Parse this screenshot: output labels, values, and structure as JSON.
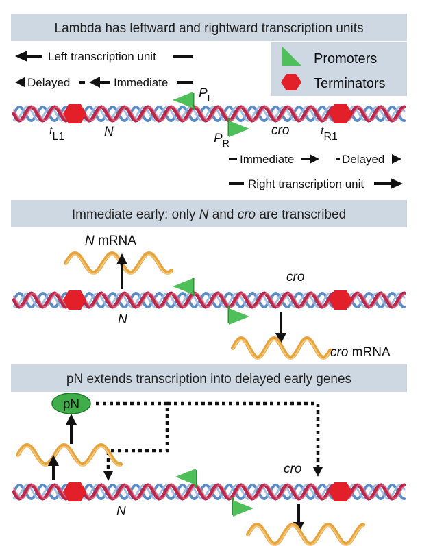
{
  "panel1": {
    "title": "Lambda has leftward and rightward transcription units",
    "left_unit": "Left transcription unit",
    "delayed_left": "Delayed",
    "immediate_left": "Immediate",
    "legend_promoters": "Promoters",
    "legend_terminators": "Terminators",
    "pl_main": "P",
    "pl_sub": "L",
    "pr_main": "P",
    "pr_sub": "R",
    "tl1_main": "t",
    "tl1_sub": "L1",
    "tr1_main": "t",
    "tr1_sub": "R1",
    "gene_n": "N",
    "gene_cro": "cro",
    "immediate_right": "Immediate",
    "delayed_right": "Delayed",
    "right_unit": "Right transcription unit"
  },
  "panel2": {
    "title_pre": "Immediate early: only ",
    "title_n": "N",
    "title_mid": " and ",
    "title_cro": "cro",
    "title_post": " are transcribed",
    "n_mrna_gene": "N",
    "n_mrna_suffix": " mRNA",
    "gene_n": "N",
    "gene_cro": "cro",
    "cro_mrna_gene": "cro",
    "cro_mrna_suffix": " mRNA"
  },
  "panel3": {
    "title": "pN extends transcription into delayed early genes",
    "pn": "pN",
    "gene_n": "N",
    "gene_cro": "cro"
  },
  "colors": {
    "header_bg": "#cdd8e3",
    "strand_red": "#b8284a",
    "strand_blue": "#4a7fc0",
    "promoter": "#4fbf5a",
    "terminator": "#e3202a",
    "mrna": "#e8a43c",
    "pn_fill": "#3fae4a"
  }
}
